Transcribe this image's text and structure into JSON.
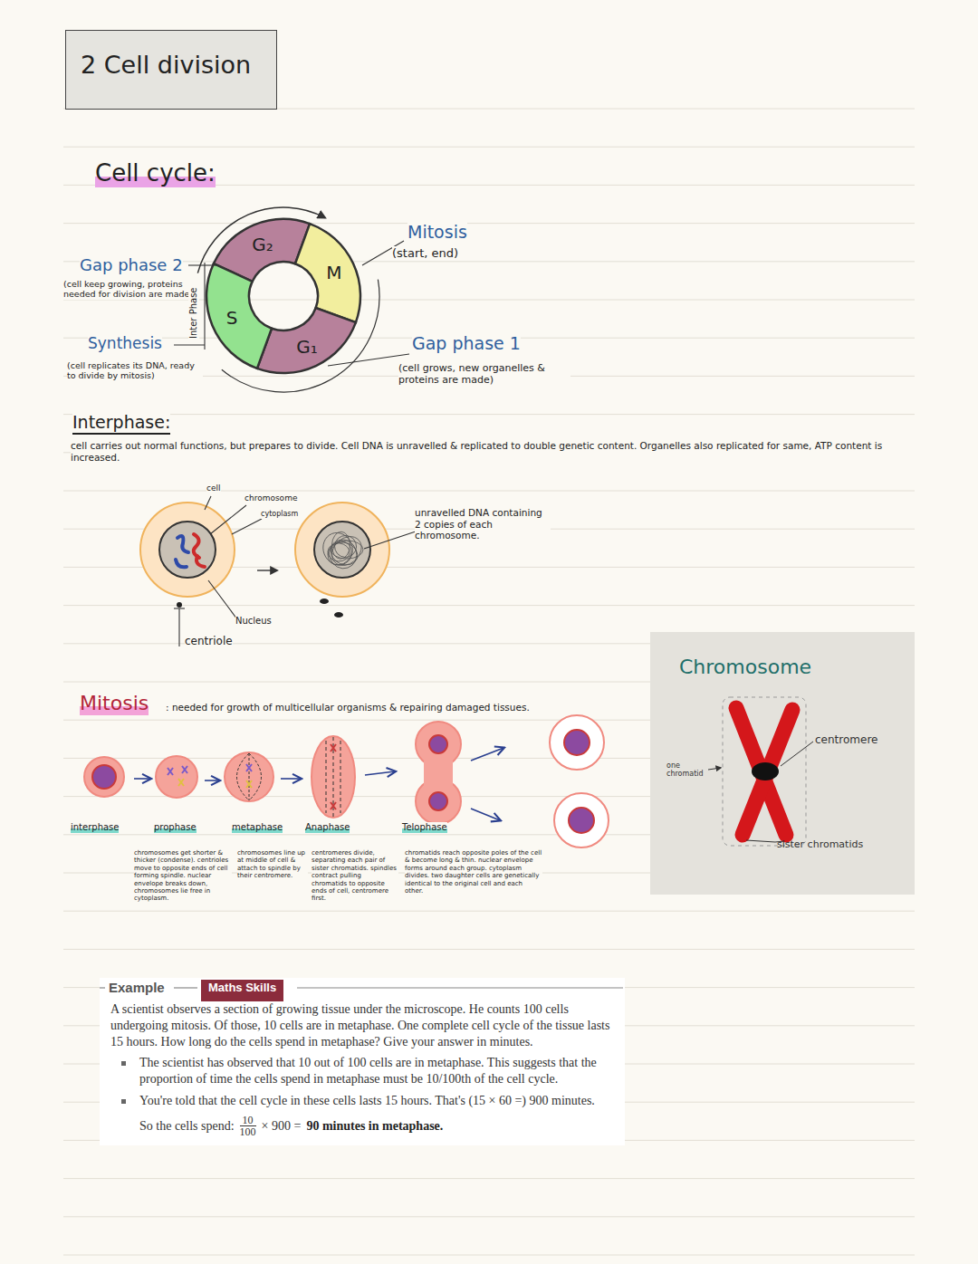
{
  "diagram": {
    "title": "2 Cell division",
    "nodes": [
      {
        "text": [
          "2 Cell division"
        ]
      },
      {
        "text": [
          "Example",
          "A scientist observes a section of growing tissue under the microscope. He counts 100 cells undergoing mitosis. Of those, 10 cells are in metaphase. One complete cell cycle of the tissue lasts 15 hours. How long do the cells spend in metaphase? Give your answer in minutes.",
          "The scientist has observed that 10 out of 100 cells are in metaphase. This suggests that the proportion of time the cells spend in metaphase must be 10/100th of the cell cycle.",
          "You're told that the cell cycle in these cells lasts 15 hours. That's (15 × 60 =) 900 minutes.",
          "So the cells spend:",
          "10",
          "100",
          "× 900 =",
          "90 minutes in metaphase."
        ]
      },
      {
        "text": [
          "Maths Skills"
        ],
        "in": 1
      },
      {
        "text": [
          "Chromosome",
          "one chromatid",
          "centromere",
          "sister chromatids"
        ]
      }
    ],
    "labels": [
      "Cell cycle:",
      "G₂",
      "M",
      "S",
      "G₁",
      "Mitosis",
      "(start, end)",
      "Gap phase 1",
      "(cell grows, new organelles & proteins are made)",
      "Gap phase 2",
      "(cell keep growing, proteins needed for division are made)",
      "Synthesis",
      "(cell replicates its DNA, ready to divide by mitosis)",
      "Inter Phase",
      "Interphase:",
      "cell carries out normal functions, but prepares to divide. Cell DNA is unravelled & replicated to double genetic content. Organelles also replicated for same, ATP content is increased.",
      "cell",
      "chromosome",
      "cytoplasm",
      "Nucleus",
      "centriole",
      "unravelled DNA containing 2 copies of each chromosome.",
      "Mitosis",
      ": needed for growth of multicellular organisms & repairing damaged tissues.",
      "interphase",
      "prophase",
      "metaphase",
      "Anaphase",
      "Telophase",
      "chromosomes get shorter & thicker (condense). centrioles move to opposite ends of cell forming spindle. nuclear envelope breaks down, chromosomes lie free in cytoplasm.",
      "chromosomes line up at middle of cell & attach to spindle by their centromere.",
      "centromeres divide, separating each pair of sister chromatids. spindles contract pulling chromatids to opposite ends of cell, centromere first.",
      "chromatids reach opposite poles of the cell & become long & thin. nuclear envelope forms around each group. cytoplasm divides. two daughter cells are genetically identical to the original cell and each other."
    ]
  }
}
